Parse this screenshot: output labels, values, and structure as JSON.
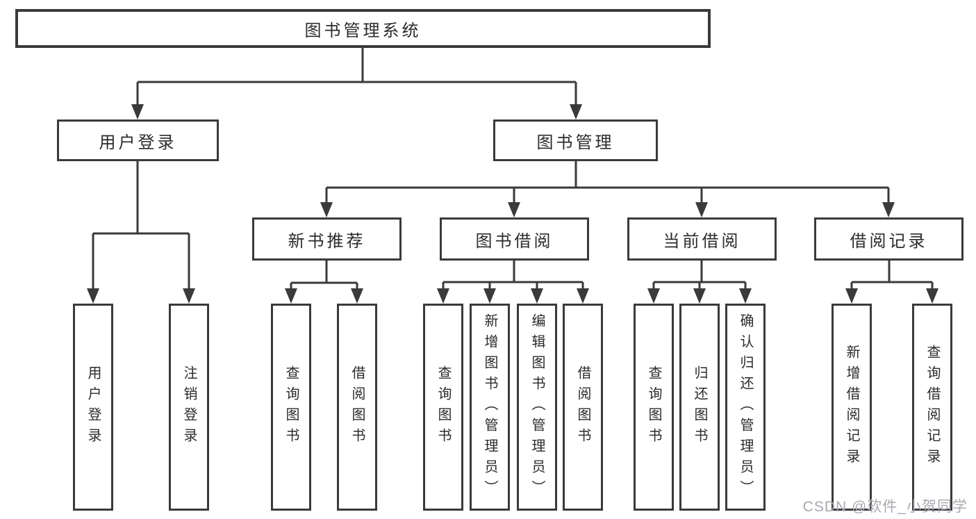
{
  "diagram_title": "图书管理系统",
  "colors": {
    "line": "#3a3a3a",
    "box_border": "#3a3a3a",
    "text": "#2b2b2b",
    "background": "#ffffff",
    "watermark": "#a8a8b0"
  },
  "tree": {
    "label": "图书管理系统",
    "children": [
      {
        "label": "用户登录",
        "children": [
          {
            "label": "用户登录"
          },
          {
            "label": "注销登录"
          }
        ]
      },
      {
        "label": "图书管理",
        "children": [
          {
            "label": "新书推荐",
            "children": [
              {
                "label": "查询图书"
              },
              {
                "label": "借阅图书"
              }
            ]
          },
          {
            "label": "图书借阅",
            "children": [
              {
                "label": "查询图书"
              },
              {
                "label": "新增图书（管理员）"
              },
              {
                "label": "编辑图书（管理员）"
              },
              {
                "label": "借阅图书"
              }
            ]
          },
          {
            "label": "当前借阅",
            "children": [
              {
                "label": "查询图书"
              },
              {
                "label": "归还图书"
              },
              {
                "label": "确认归还（管理员）"
              }
            ]
          },
          {
            "label": "借阅记录",
            "children": [
              {
                "label": "新增借阅记录"
              },
              {
                "label": "查询借阅记录"
              }
            ]
          }
        ]
      }
    ]
  },
  "watermark": {
    "text": "CSDN @软件_小贺同学"
  }
}
